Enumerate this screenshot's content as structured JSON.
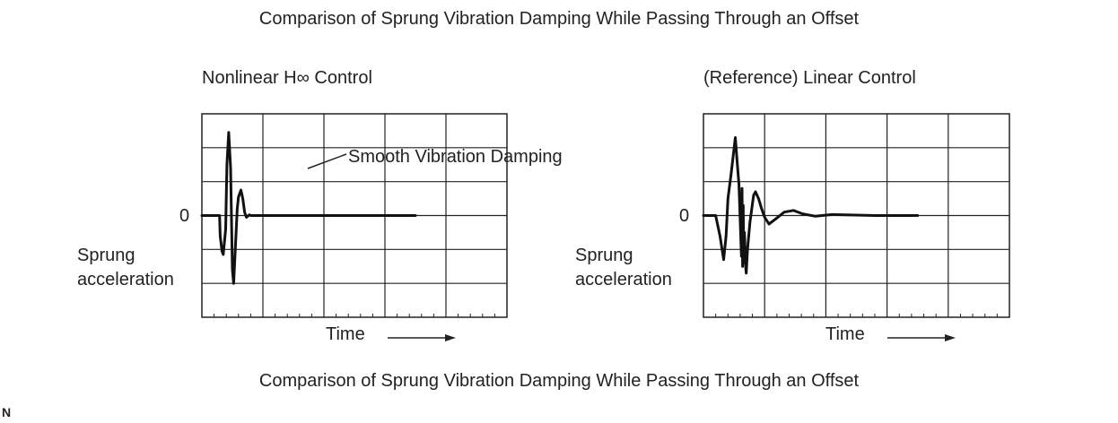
{
  "title": "Comparison of Sprung Vibration Damping While Passing Through an Offset",
  "caption": "Comparison of Sprung Vibration Damping While Passing Through an Offset",
  "corner_mark": "N",
  "panels": [
    {
      "heading": "Nonlinear H∞ Control",
      "zero_label": "0",
      "ylabel_line1": "Sprung",
      "ylabel_line2": "acceleration",
      "xlabel": "Time",
      "annotation": "Smooth Vibration Damping"
    },
    {
      "heading": "(Reference) Linear Control",
      "zero_label": "0",
      "ylabel_line1": "Sprung",
      "ylabel_line2": "acceleration",
      "xlabel": "Time",
      "annotation": ""
    }
  ],
  "chart_data": [
    {
      "type": "line",
      "title": "Nonlinear H∞ Control",
      "xlabel": "Time",
      "ylabel": "Sprung acceleration",
      "x": [
        0,
        0.2,
        0.29,
        0.3,
        0.33,
        0.35,
        0.39,
        0.41,
        0.44,
        0.47,
        0.5,
        0.52,
        0.55,
        0.58,
        0.6,
        0.64,
        0.67,
        0.7,
        0.73,
        0.78,
        0.8,
        1.0,
        1.5,
        2.0,
        2.5,
        3.0,
        3.5
      ],
      "values": [
        0,
        0,
        0,
        -0.6,
        -1.05,
        -1.15,
        -0.4,
        1.5,
        2.45,
        1.4,
        -1.6,
        -2.0,
        -0.9,
        0.2,
        0.55,
        0.75,
        0.5,
        0.1,
        -0.05,
        0.02,
        0,
        0,
        0,
        0,
        0,
        0,
        0
      ],
      "annotations": [
        "Smooth Vibration Damping"
      ],
      "grid": true
    },
    {
      "type": "line",
      "title": "(Reference) Linear Control",
      "xlabel": "Time",
      "ylabel": "Sprung acceleration",
      "x": [
        0,
        0.1,
        0.2,
        0.27,
        0.33,
        0.37,
        0.4,
        0.45,
        0.52,
        0.55,
        0.58,
        0.62,
        0.63,
        0.64,
        0.65,
        0.66,
        0.67,
        0.69,
        0.7,
        0.72,
        0.76,
        0.82,
        0.85,
        0.9,
        0.95,
        1.0,
        1.07,
        1.18,
        1.32,
        1.47,
        1.62,
        1.83,
        2.1,
        2.8,
        3.5
      ],
      "values": [
        0,
        0,
        0,
        -0.6,
        -1.3,
        -0.6,
        0.5,
        1.2,
        2.3,
        1.6,
        0.9,
        -1.2,
        0.8,
        -1.5,
        0.3,
        -1.4,
        -0.5,
        -1.55,
        -1.7,
        -1.0,
        -0.2,
        0.6,
        0.7,
        0.5,
        0.2,
        -0.05,
        -0.25,
        -0.1,
        0.1,
        0.15,
        0.05,
        -0.02,
        0.03,
        0,
        0
      ],
      "grid": true
    }
  ]
}
